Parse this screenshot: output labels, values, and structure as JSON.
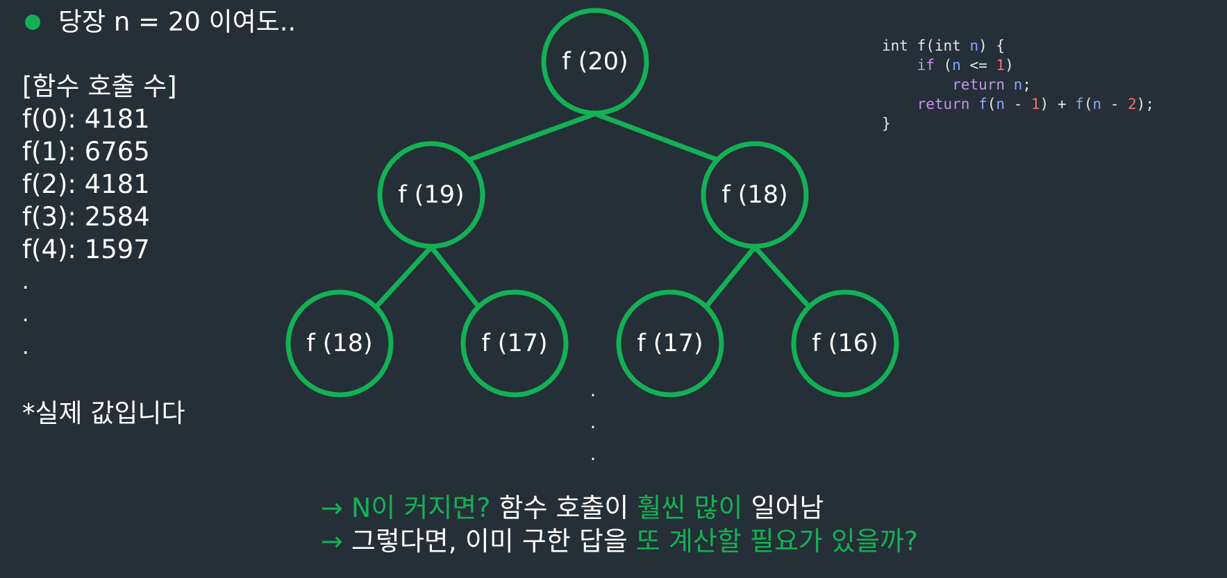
{
  "header": {
    "text": "당장 n = 20 이여도.."
  },
  "call_counts": {
    "title": "[함수 호출 수]",
    "items": [
      "f(0): 4181",
      "f(1): 6765",
      "f(2): 4181",
      "f(3): 2584",
      "f(4): 1597"
    ],
    "dots": [
      ".",
      ".",
      "."
    ]
  },
  "note": "*실제 값입니다",
  "tree": {
    "root": "f (20)",
    "level1": [
      "f (19)",
      "f (18)"
    ],
    "level2": [
      "f (18)",
      "f (17)",
      "f (17)",
      "f (16)"
    ],
    "ellipsis": [
      ".",
      ".",
      "."
    ]
  },
  "code": {
    "line1": {
      "a": "int f(int ",
      "b": "n",
      "c": ") {"
    },
    "line2": {
      "indent": "    ",
      "kw": "if",
      "a": " (",
      "b": "n",
      "c": " <= ",
      "d": "1",
      "e": ")"
    },
    "line3": {
      "indent": "        ",
      "kw": "return",
      "a": " ",
      "b": "n",
      "c": ";"
    },
    "line4": {
      "indent": "    ",
      "kw": "return",
      "a": " ",
      "f1": "f",
      "b": "(",
      "n1": "n",
      "c": " - ",
      "d": "1",
      "e": ") + ",
      "f2": "f",
      "g": "(",
      "n2": "n",
      "h": " - ",
      "i": "2",
      "j": ");"
    },
    "line5": "}"
  },
  "conclusion": {
    "line1": {
      "arrow": "→ ",
      "a": "N이 커지면?",
      "b": " 함수 호출이 ",
      "c": "훨씬 많이",
      "d": " 일어남"
    },
    "line2": {
      "arrow": "→ ",
      "a": "그렇다면, 이미 구한 답을 ",
      "b": "또 계산할 필요가 있을까?"
    }
  },
  "colors": {
    "accent": "#13b155",
    "background": "#252f37",
    "text": "#ffffff"
  }
}
